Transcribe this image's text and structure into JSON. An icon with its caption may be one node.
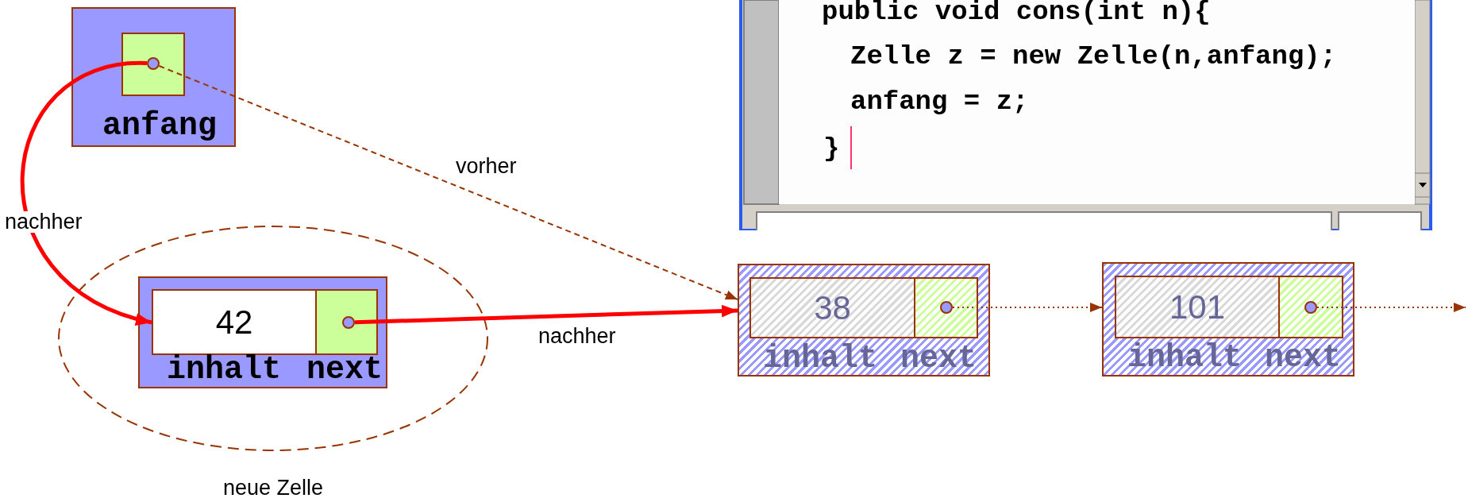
{
  "diagram": {
    "nodes": [
      {
        "text": [
          "anfang"
        ]
      },
      {
        "text": [],
        "shape": "box",
        "in": 0
      },
      {
        "text": [],
        "shape": "circle",
        "in": 1
      },
      {
        "text": [
          "neue Zelle"
        ]
      },
      {
        "text": [
          "inhalt",
          "next"
        ],
        "in": 3
      },
      {
        "text": [
          "42"
        ],
        "in": 4
      },
      {
        "text": [],
        "shape": "box",
        "in": 4
      },
      {
        "text": [],
        "shape": "circle",
        "in": 6
      },
      {
        "text": [
          "inhalt",
          "next"
        ]
      },
      {
        "text": [
          "38"
        ],
        "in": 8
      },
      {
        "text": [],
        "shape": "box",
        "in": 8
      },
      {
        "text": [],
        "shape": "circle",
        "in": 10
      },
      {
        "text": [
          "inhalt",
          "next"
        ]
      },
      {
        "text": [
          "101"
        ],
        "in": 12
      },
      {
        "text": [],
        "shape": "box",
        "in": 12
      },
      {
        "text": [],
        "shape": "circle",
        "in": 14
      },
      {
        "text": [
          "public void cons(int n){",
          "Zelle z = new Zelle(n,anfang);",
          "anfang = z;",
          "}"
        ]
      }
    ],
    "edges": [
      {
        "from": 2,
        "to": 8,
        "arrow": "to",
        "style": "dashed",
        "label": "vorher"
      },
      {
        "from": 2,
        "to": 5,
        "arrow": "to",
        "style": "thick",
        "color": "#ff0000",
        "label": "nachher"
      },
      {
        "from": 7,
        "to": 8,
        "arrow": "to",
        "style": "thick",
        "color": "#ff0000",
        "label": "nachher"
      },
      {
        "from": 11,
        "to": 12,
        "arrow": "to",
        "style": "dashed"
      },
      {
        "from": 15,
        "to": null,
        "arrow": "to",
        "style": "dashed"
      }
    ]
  }
}
